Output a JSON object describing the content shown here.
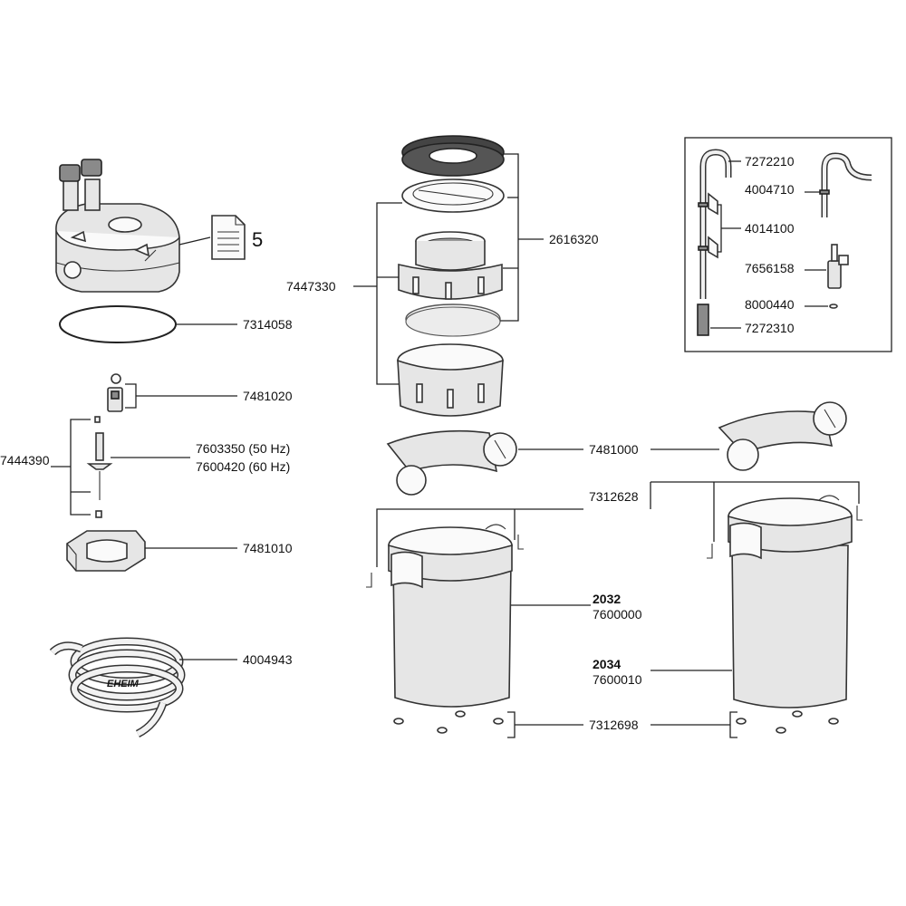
{
  "labels": {
    "doc_number": "5",
    "p7314058": "7314058",
    "p7481020": "7481020",
    "p7444390": "7444390",
    "p7603350": "7603350 (50 Hz)",
    "p7600420": "7600420 (60 Hz)",
    "p7481010": "7481010",
    "p4004943": "4004943",
    "p2616320": "2616320",
    "p7447330": "7447330",
    "p7481000": "7481000",
    "p7312628": "7312628",
    "m2032": "2032",
    "p7600000": "7600000",
    "m2034": "2034",
    "p7600010": "7600010",
    "p7312698": "7312698",
    "p7272210": "7272210",
    "p4004710": "4004710",
    "p4014100": "4014100",
    "p7656158": "7656158",
    "p8000440": "8000440",
    "p7272310": "7272310",
    "hose_brand": "EHEIM"
  },
  "icons": {
    "document": "document-icon"
  }
}
